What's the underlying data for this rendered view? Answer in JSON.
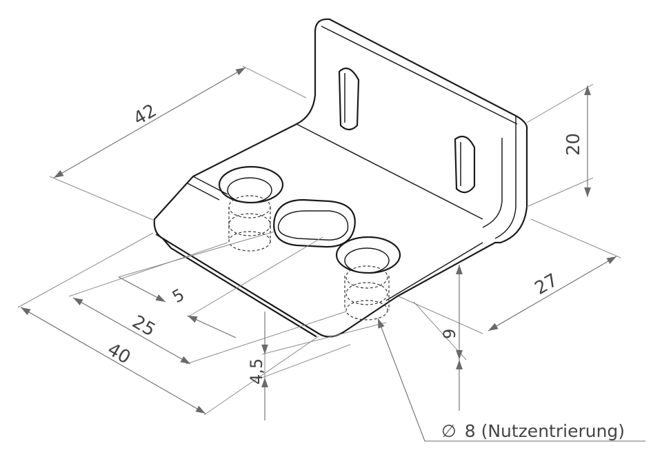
{
  "dimensions": {
    "d42": "42",
    "d20": "20",
    "d27": "27",
    "d5": "5",
    "d25": "25",
    "d40": "40",
    "d9": "9",
    "d4_5": "4,5"
  },
  "callout": {
    "diameter_symbol": "∅",
    "text": "8 (Nutzentrierung)"
  },
  "colors": {
    "part_lines": "#1a1a1a",
    "dimension_lines": "#6a6a6a",
    "text": "#444444",
    "background": "#ffffff"
  }
}
